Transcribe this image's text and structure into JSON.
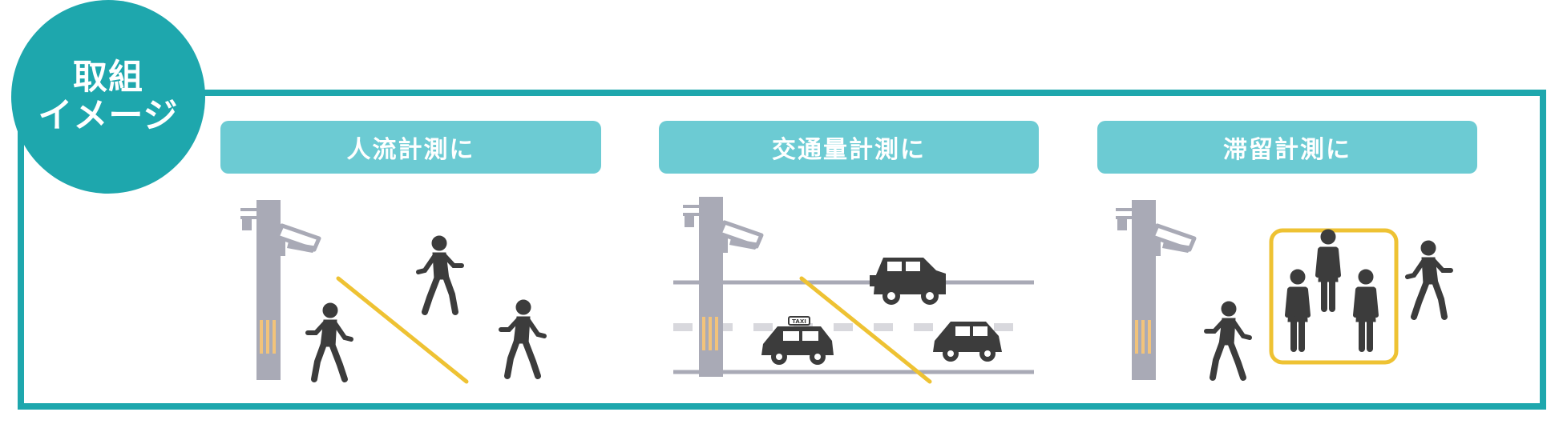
{
  "badge": {
    "line1": "取組",
    "line2": "イメージ"
  },
  "panels": [
    {
      "label": "人流計測に"
    },
    {
      "label": "交通量計測に"
    },
    {
      "label": "滞留計測に"
    }
  ],
  "taxi_sign": "TAXI",
  "colors": {
    "accent": "#1ea7ad",
    "label_bg": "#6ccbd3",
    "pole": "#a9aab6",
    "stripe": "#f2c37a",
    "line": "#eec233",
    "figure": "#3c3c3c",
    "road": "#a9aab6",
    "lane": "#d8d8dd"
  },
  "icons": [
    "utility-pole-icon",
    "security-camera-icon",
    "pedestrian-icon",
    "car-icon",
    "taxi-icon",
    "suv-icon",
    "detection-line-icon",
    "detection-area-icon"
  ]
}
